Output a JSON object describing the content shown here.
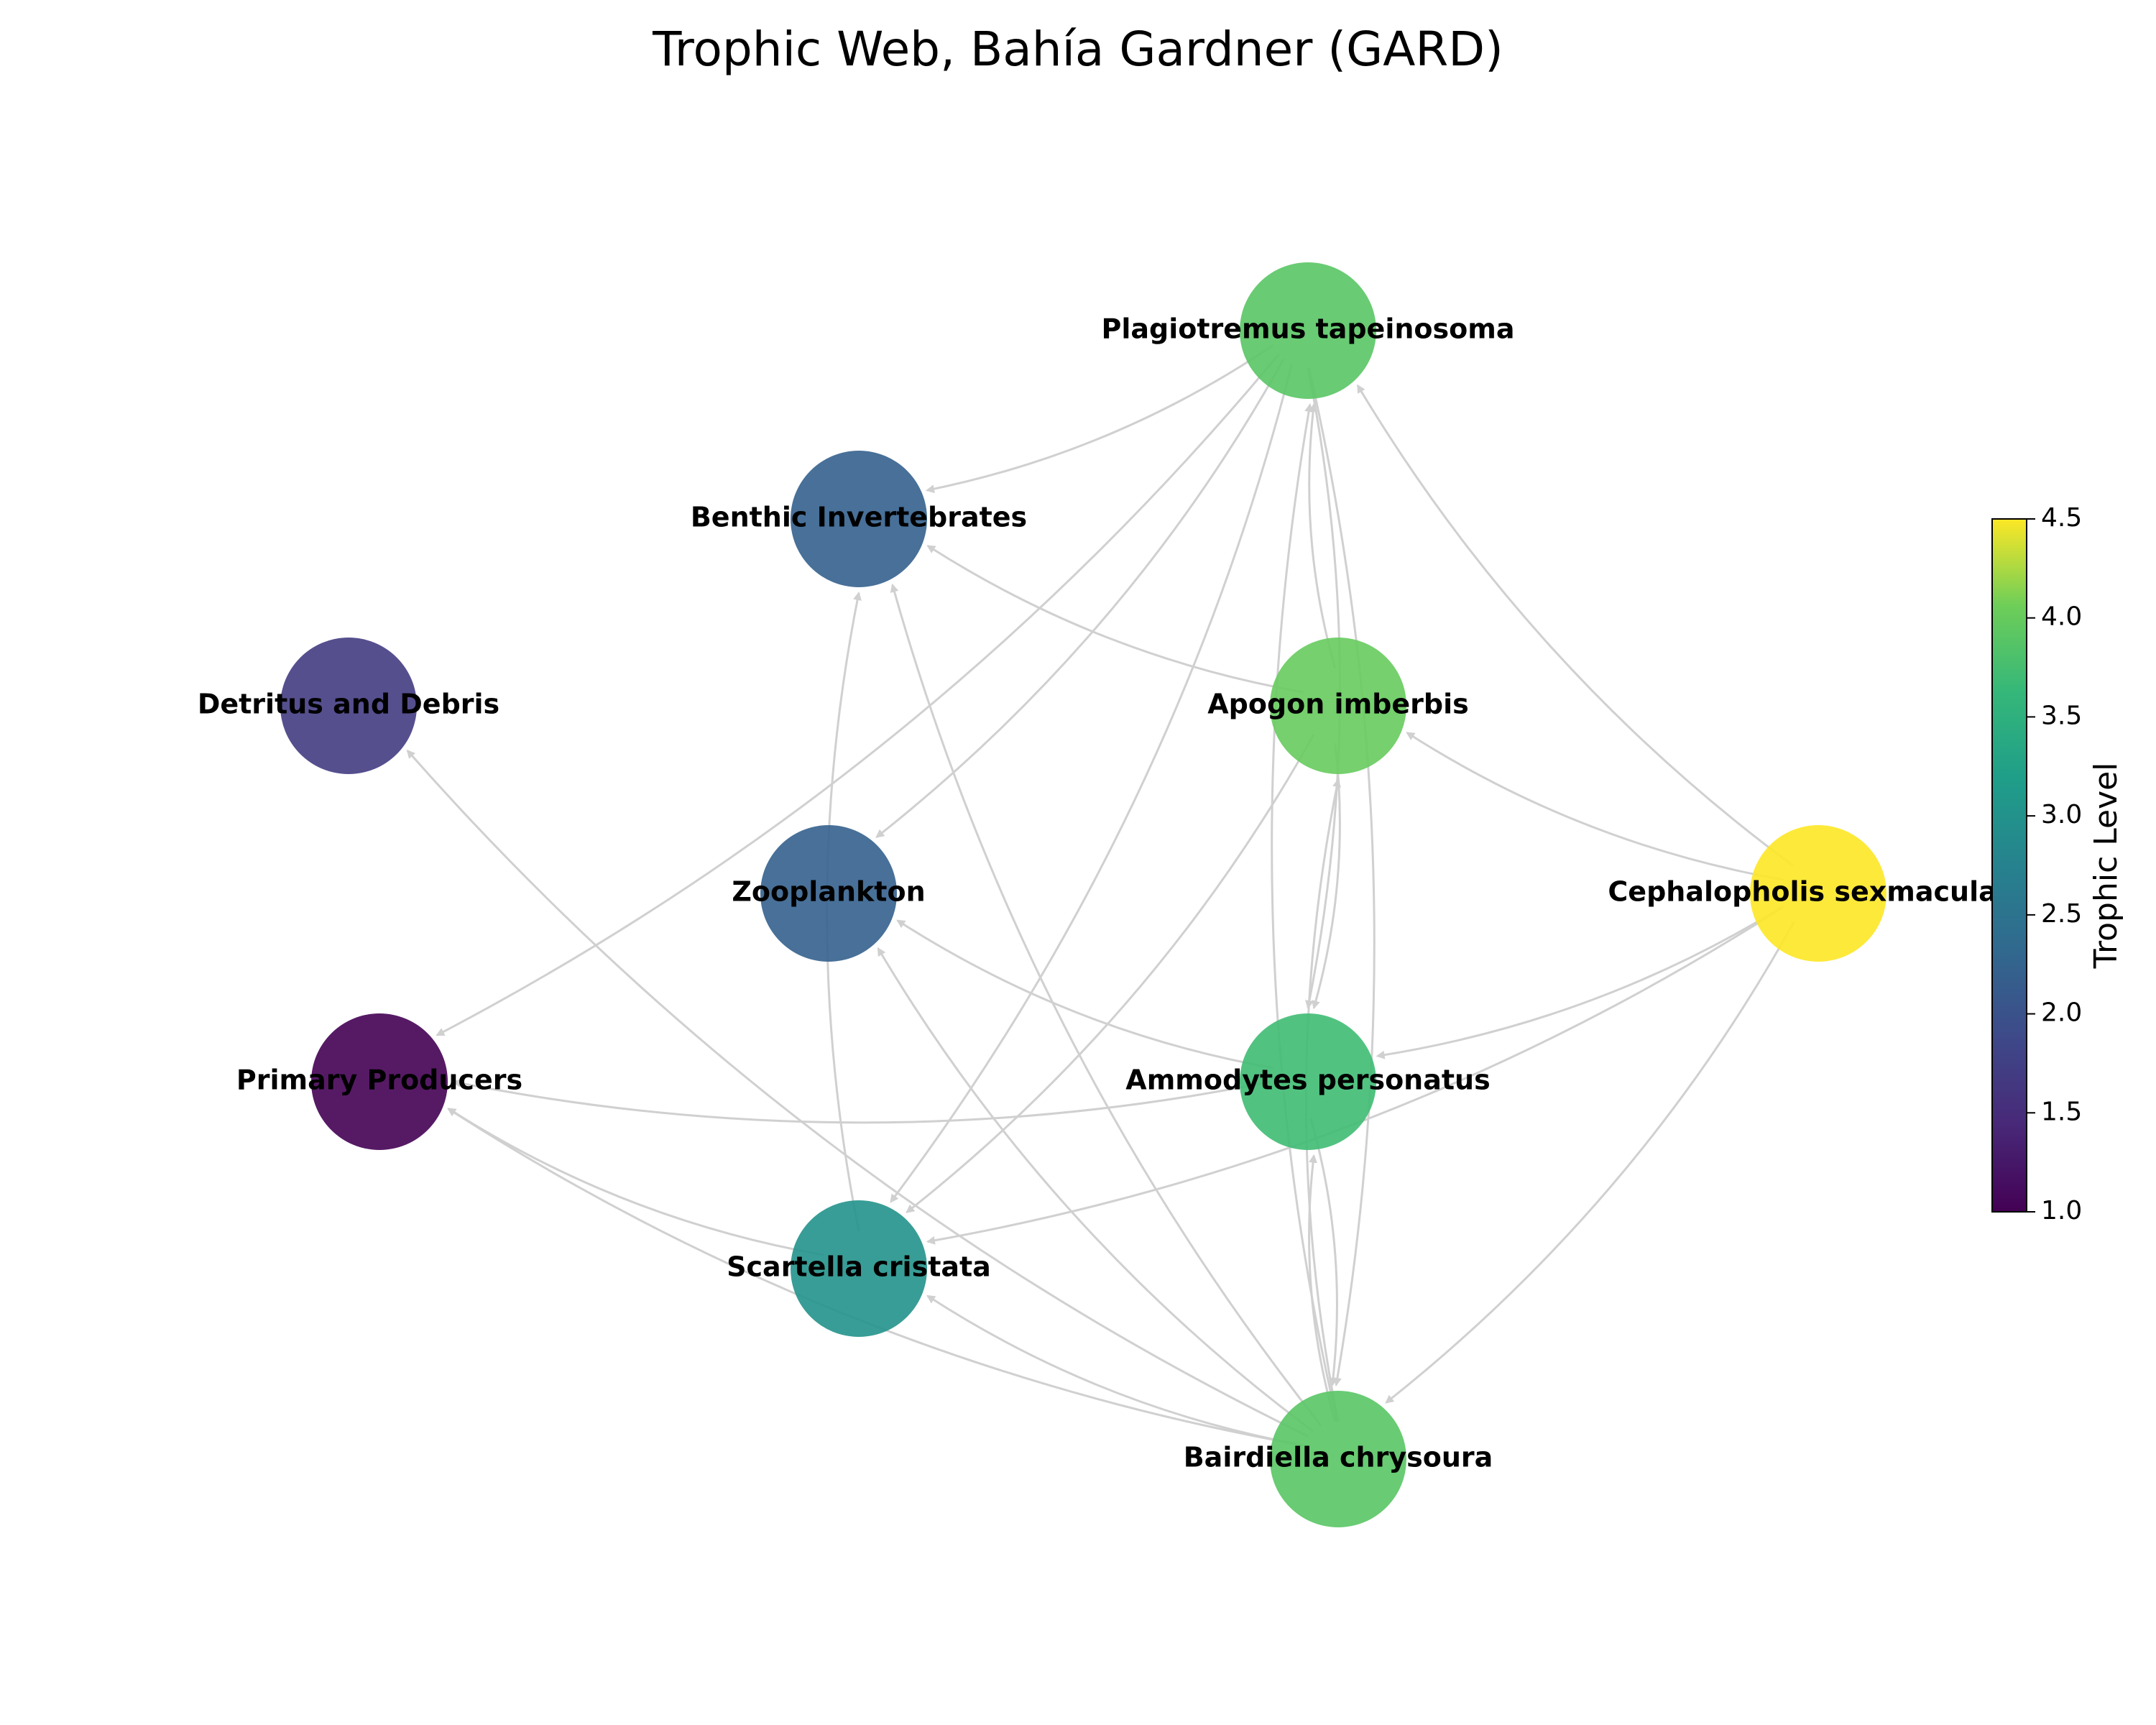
{
  "title": "Trophic Web, Bahía Gardner (GARD)",
  "colorbar": {
    "label": "Trophic Level",
    "min": 1.0,
    "max": 4.5,
    "ticks": [
      "1.0",
      "1.5",
      "2.0",
      "2.5",
      "3.0",
      "3.5",
      "4.0",
      "4.5"
    ],
    "colormap": "viridis"
  },
  "nodes": [
    {
      "id": "plagiotremus",
      "label": "Plagiotremus tapeinosoma",
      "trophic_level": 3.9
    },
    {
      "id": "benthic",
      "label": "Benthic Invertebrates",
      "trophic_level": 2.2
    },
    {
      "id": "detritus",
      "label": "Detritus and Debris",
      "trophic_level": 1.7
    },
    {
      "id": "apogon",
      "label": "Apogon imberbis",
      "trophic_level": 4.0
    },
    {
      "id": "zooplankton",
      "label": "Zooplankton",
      "trophic_level": 2.2
    },
    {
      "id": "cephalopholis",
      "label": "Cephalopholis sexmaculata",
      "trophic_level": 4.5
    },
    {
      "id": "primary",
      "label": "Primary Producers",
      "trophic_level": 1.0
    },
    {
      "id": "ammodytes",
      "label": "Ammodytes personatus",
      "trophic_level": 3.7
    },
    {
      "id": "scartella",
      "label": "Scartella cristata",
      "trophic_level": 3.0
    },
    {
      "id": "bairdiella",
      "label": "Bairdiella chrysoura",
      "trophic_level": 3.9
    }
  ],
  "edges": [
    {
      "source": "plagiotremus",
      "target": "benthic"
    },
    {
      "source": "plagiotremus",
      "target": "primary"
    },
    {
      "source": "plagiotremus",
      "target": "zooplankton"
    },
    {
      "source": "plagiotremus",
      "target": "scartella"
    },
    {
      "source": "plagiotremus",
      "target": "ammodytes"
    },
    {
      "source": "plagiotremus",
      "target": "bairdiella"
    },
    {
      "source": "apogon",
      "target": "plagiotremus"
    },
    {
      "source": "apogon",
      "target": "benthic"
    },
    {
      "source": "apogon",
      "target": "scartella"
    },
    {
      "source": "apogon",
      "target": "ammodytes"
    },
    {
      "source": "cephalopholis",
      "target": "plagiotremus"
    },
    {
      "source": "cephalopholis",
      "target": "apogon"
    },
    {
      "source": "cephalopholis",
      "target": "ammodytes"
    },
    {
      "source": "cephalopholis",
      "target": "scartella"
    },
    {
      "source": "cephalopholis",
      "target": "bairdiella"
    },
    {
      "source": "ammodytes",
      "target": "zooplankton"
    },
    {
      "source": "ammodytes",
      "target": "primary"
    },
    {
      "source": "ammodytes",
      "target": "bairdiella"
    },
    {
      "source": "scartella",
      "target": "benthic"
    },
    {
      "source": "scartella",
      "target": "primary"
    },
    {
      "source": "bairdiella",
      "target": "plagiotremus"
    },
    {
      "source": "bairdiella",
      "target": "apogon"
    },
    {
      "source": "bairdiella",
      "target": "ammodytes"
    },
    {
      "source": "bairdiella",
      "target": "detritus"
    },
    {
      "source": "bairdiella",
      "target": "benthic"
    },
    {
      "source": "bairdiella",
      "target": "zooplankton"
    },
    {
      "source": "bairdiella",
      "target": "primary"
    },
    {
      "source": "bairdiella",
      "target": "scartella"
    }
  ]
}
